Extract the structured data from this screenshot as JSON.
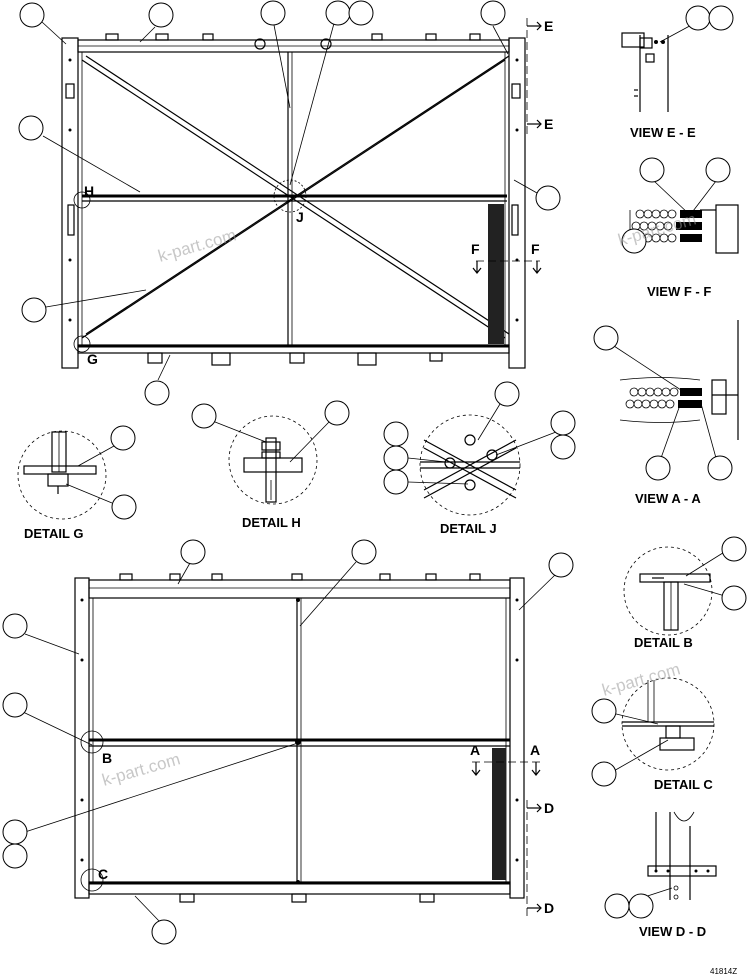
{
  "view_labels": {
    "view_e": "VIEW E - E",
    "view_f": "VIEW F - F",
    "view_a": "VIEW A - A",
    "view_d": "VIEW D - D",
    "detail_g": "DETAIL G",
    "detail_h": "DETAIL H",
    "detail_j": "DETAIL J",
    "detail_b": "DETAIL B",
    "detail_c": "DETAIL C"
  },
  "section_markers": {
    "e": "E",
    "f": "F",
    "a": "A",
    "d": "D"
  },
  "detail_markers": {
    "g": "G",
    "h": "H",
    "j": "J",
    "b": "B",
    "c": "C"
  },
  "watermark": "k-part.com",
  "drawing_code": "41814Z"
}
